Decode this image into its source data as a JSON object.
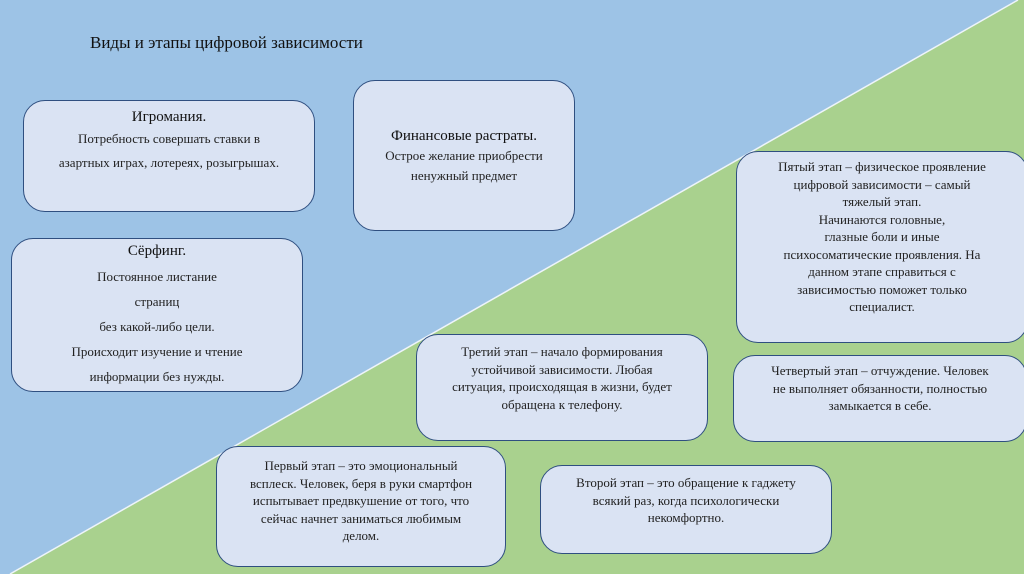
{
  "colors": {
    "blue_bg": "#9dc3e6",
    "green_bg": "#a9d18e",
    "box_fill": "#dae3f3",
    "box_border": "#2f4f80"
  },
  "title": "Виды и этапы цифровой зависимости",
  "types": [
    {
      "heading": "Игромания.",
      "lines": [
        "Потребность совершать ставки в",
        "азартных играх, лотереях, розыгрышах."
      ]
    },
    {
      "heading": "Финансовые растраты.",
      "lines": [
        "Острое желание приобрести",
        "ненужный предмет"
      ]
    },
    {
      "heading": "Сёрфинг.",
      "lines": [
        "Постоянное листание",
        "страниц",
        "без какой-либо цели.",
        "Происходит изучение и чтение",
        "информации без нужды."
      ]
    }
  ],
  "stages": [
    {
      "lines": [
        "Первый этап – это эмоциональный",
        "всплеск. Человек, беря в руки смартфон",
        "испытывает предвкушение от того, что",
        "сейчас начнет заниматься любимым",
        "делом."
      ]
    },
    {
      "lines": [
        "Второй этап – это обращение к гаджету",
        "всякий раз, когда психологически",
        "некомфортно."
      ]
    },
    {
      "lines": [
        "Третий этап – начало формирования",
        "устойчивой зависимости. Любая",
        "ситуация, происходящая в жизни, будет",
        "обращена к телефону."
      ]
    },
    {
      "lines": [
        "Четвертый этап – отчуждение. Человек",
        "не выполняет обязанности,  полностью",
        "замыкается в себе."
      ]
    },
    {
      "lines": [
        "Пятый этап – физическое проявление",
        "цифровой зависимости – самый",
        "тяжелый этап.",
        "Начинаются головные,",
        "глазные боли и иные",
        "психосоматические проявления. На",
        "данном этапе справиться с",
        "зависимостью поможет только",
        "специалист."
      ]
    }
  ]
}
